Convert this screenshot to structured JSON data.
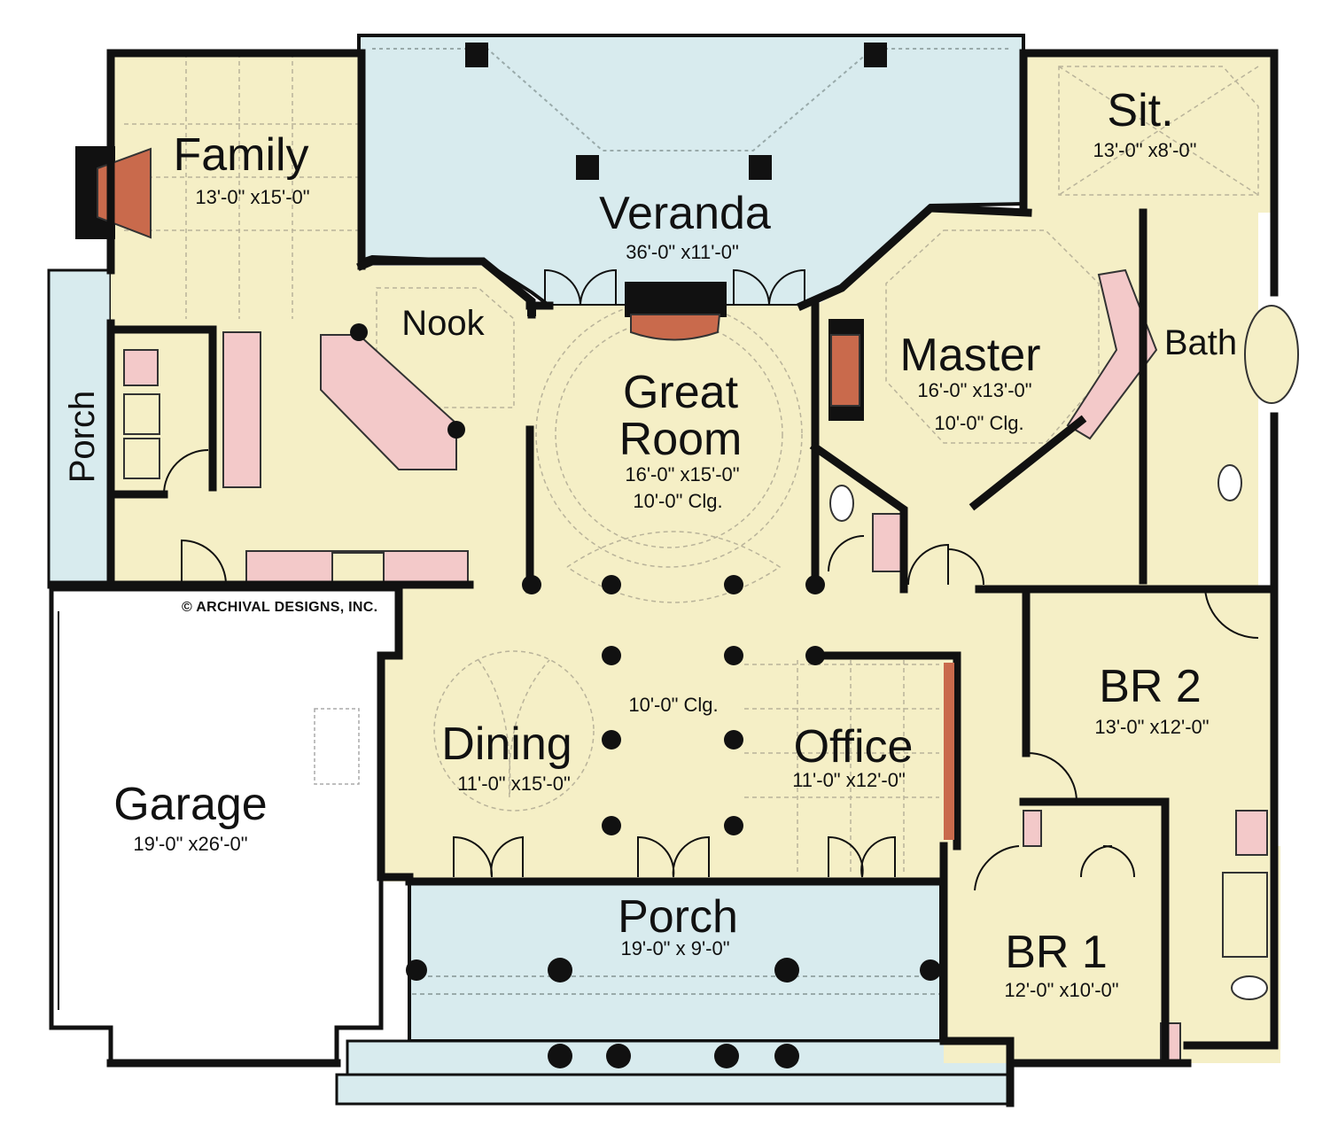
{
  "colors": {
    "interior": "#f5efc6",
    "outdoor": "#d8ebee",
    "garage": "#ffffff",
    "wall": "#111111",
    "fixture": "#f3c9c9",
    "fireplace": "#c96a4c",
    "grid": "#b9b39a"
  },
  "copyright": "© ARCHIVAL DESIGNS, INC.",
  "rooms": {
    "family": {
      "name": "Family",
      "dims": "13'-0\" x15'-0\""
    },
    "veranda": {
      "name": "Veranda",
      "dims": "36'-0\" x11'-0\""
    },
    "sit": {
      "name": "Sit.",
      "dims": "13'-0\" x8'-0\""
    },
    "nook": {
      "name": "Nook"
    },
    "great_room": {
      "name_line1": "Great",
      "name_line2": "Room",
      "dims": "16'-0\" x15'-0\"",
      "ceiling": "10'-0\" Clg."
    },
    "master": {
      "name": "Master",
      "dims": "16'-0\" x13'-0\"",
      "ceiling": "10'-0\" Clg."
    },
    "bath": {
      "name": "Bath"
    },
    "porch_side": {
      "name": "Porch"
    },
    "hall_ceiling": "10'-0\" Clg.",
    "dining": {
      "name": "Dining",
      "dims": "11'-0\" x15'-0\""
    },
    "office": {
      "name": "Office",
      "dims": "11'-0\" x12'-0\""
    },
    "br2": {
      "name": "BR 2",
      "dims": "13'-0\" x12'-0\""
    },
    "garage": {
      "name": "Garage",
      "dims": "19'-0\" x26'-0\""
    },
    "porch_front": {
      "name": "Porch",
      "dims": "19'-0\" x 9'-0\""
    },
    "br1": {
      "name": "BR 1",
      "dims": "12'-0\" x10'-0\""
    }
  }
}
